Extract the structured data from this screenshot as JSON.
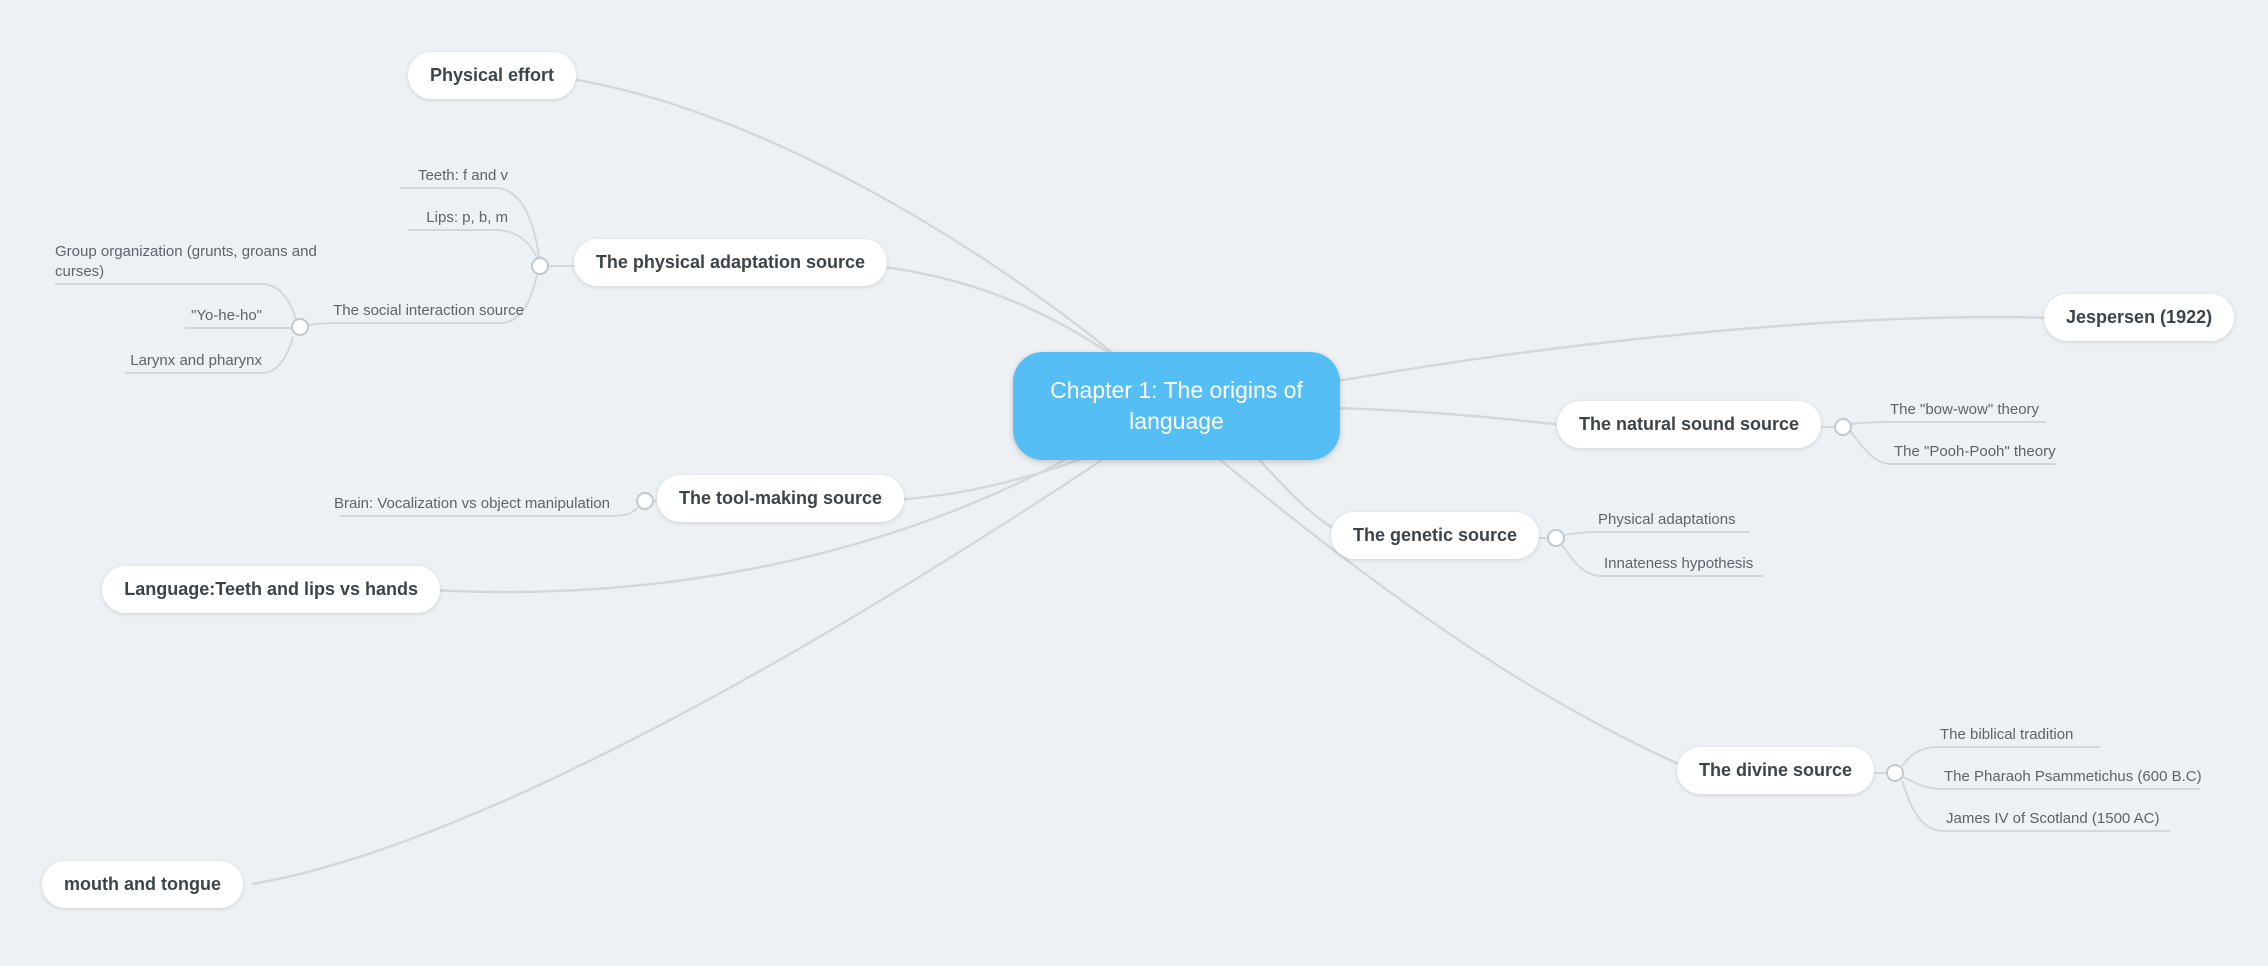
{
  "colors": {
    "background": "#eef1f4",
    "central_node": "#55bef4",
    "branch_line": "#d3d7db",
    "node_text": "#3d4449",
    "sub_label_text": "#5f6368"
  },
  "map": {
    "root": {
      "label": "Chapter 1: The origins of language"
    },
    "branches": [
      {
        "label": "Physical effort"
      },
      {
        "label": "The physical adaptation source",
        "children": [
          {
            "label": "Teeth: f and v"
          },
          {
            "label": "Lips: p, b, m"
          },
          {
            "label": "The social interaction source",
            "children": [
              {
                "label": "Group organization (grunts, groans and curses)"
              },
              {
                "label": "\"Yo-he-ho\""
              },
              {
                "label": "Larynx and pharynx"
              }
            ]
          }
        ]
      },
      {
        "label": "Jespersen (1922)"
      },
      {
        "label": "The natural sound source",
        "children": [
          {
            "label": "The \"bow-wow\" theory"
          },
          {
            "label": "The \"Pooh-Pooh\" theory"
          }
        ]
      },
      {
        "label": "The genetic source",
        "children": [
          {
            "label": "Physical adaptations"
          },
          {
            "label": "Innateness hypothesis"
          }
        ]
      },
      {
        "label": "The tool-making source",
        "children": [
          {
            "label": "Brain: Vocalization vs object manipulation"
          }
        ]
      },
      {
        "label": "Language:Teeth and lips vs hands"
      },
      {
        "label": "The divine source",
        "children": [
          {
            "label": "The biblical tradition"
          },
          {
            "label": "The Pharaoh Psammetichus (600 B.C)"
          },
          {
            "label": "James IV of Scotland (1500 AC)"
          }
        ]
      },
      {
        "label": "mouth and tongue"
      }
    ]
  }
}
